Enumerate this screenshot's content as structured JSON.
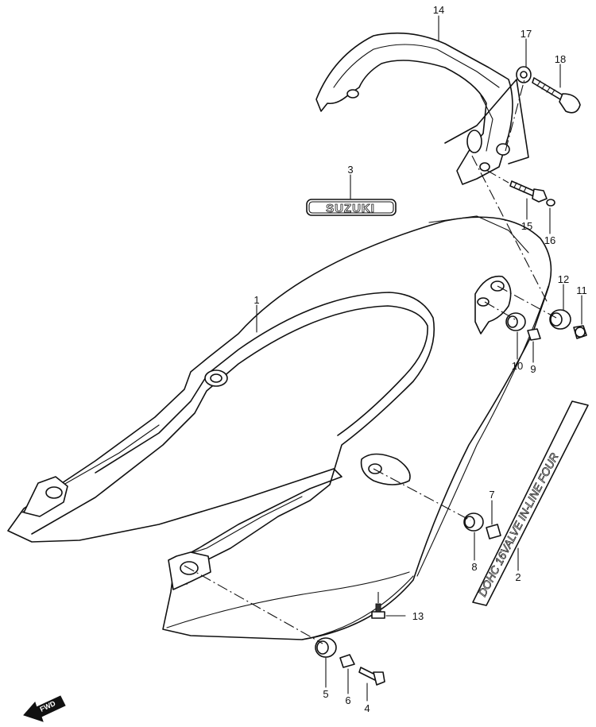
{
  "callouts": [
    {
      "id": "1",
      "label": "1"
    },
    {
      "id": "2",
      "label": "2"
    },
    {
      "id": "3",
      "label": "3"
    },
    {
      "id": "4",
      "label": "4"
    },
    {
      "id": "5",
      "label": "5"
    },
    {
      "id": "6",
      "label": "6"
    },
    {
      "id": "7",
      "label": "7"
    },
    {
      "id": "8",
      "label": "8"
    },
    {
      "id": "9",
      "label": "9"
    },
    {
      "id": "10",
      "label": "10"
    },
    {
      "id": "11",
      "label": "11"
    },
    {
      "id": "12",
      "label": "12"
    },
    {
      "id": "13",
      "label": "13"
    },
    {
      "id": "14",
      "label": "14"
    },
    {
      "id": "15",
      "label": "15"
    },
    {
      "id": "16",
      "label": "16"
    },
    {
      "id": "17",
      "label": "17"
    },
    {
      "id": "18",
      "label": "18"
    }
  ],
  "emblem": {
    "text": "SUZUKI"
  },
  "decal": {
    "text": "DOHC 16VALVE IN-LINE FOUR"
  },
  "fwd_marker": {
    "text": "FWD"
  }
}
